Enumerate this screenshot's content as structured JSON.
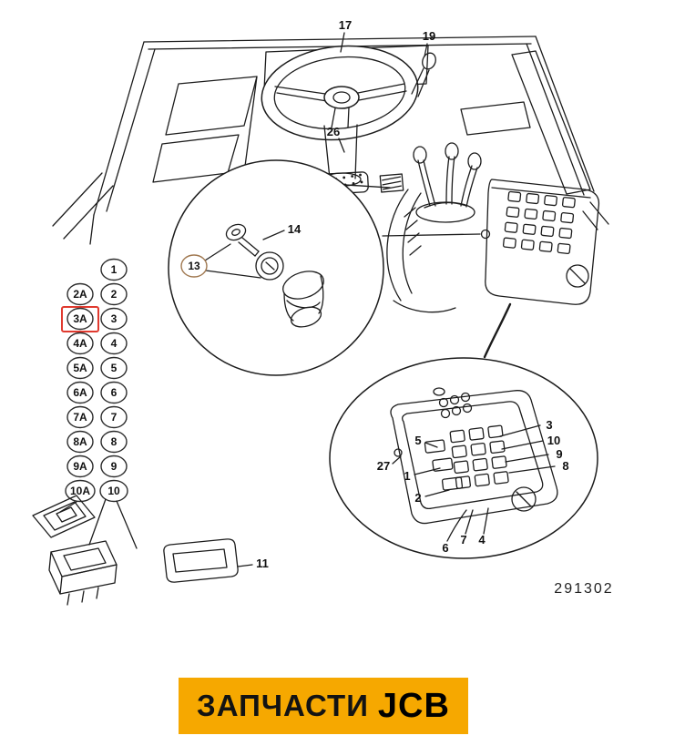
{
  "diagram": {
    "drawing_number": "291302",
    "highlighted_callout": "3A",
    "callouts": {
      "steering_wheel": "17",
      "lever": "19",
      "steering_column": "26",
      "ignition_key": "14",
      "ignition_detail": "13",
      "blank_plate": "11"
    },
    "panel_callouts": {
      "right": [
        "3",
        "10",
        "9",
        "8"
      ],
      "left": [
        "5",
        "27",
        "1",
        "2"
      ],
      "bottom": [
        "6",
        "7",
        "4"
      ]
    },
    "column_a": [
      "2A",
      "3A",
      "4A",
      "5A",
      "6A",
      "7A",
      "8A",
      "9A",
      "10A"
    ],
    "column_b": [
      "1",
      "2",
      "3",
      "4",
      "5",
      "6",
      "7",
      "8",
      "9",
      "10"
    ]
  },
  "banner": {
    "text": "ЗАПЧАСТИ",
    "brand": "JCB"
  },
  "colors": {
    "banner_bg": "#F6A800",
    "highlight": "#E03A2F",
    "line": "#1C1C1C"
  }
}
